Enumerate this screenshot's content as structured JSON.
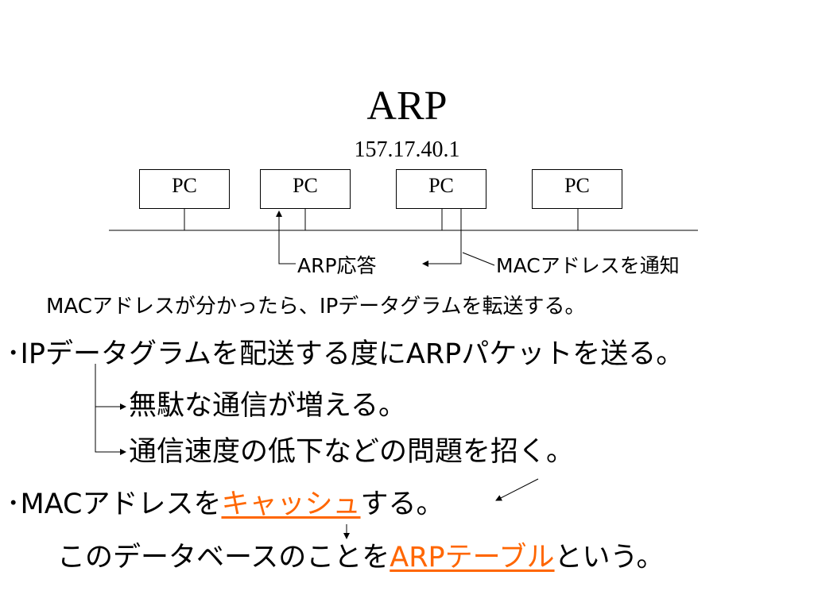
{
  "title": "ARP",
  "ip_address": "157.17.40.1",
  "diagram": {
    "pcs": [
      "PC",
      "PC",
      "PC",
      "PC"
    ],
    "arp_response_label": "ARP応答",
    "mac_notify_label": "MACアドレスを通知"
  },
  "note": "MACアドレスが分かったら、IPデータグラムを転送する。",
  "bullets": {
    "marker": "･",
    "b1": "IPデータグラムを配送する度にARPパケットを送る。",
    "b1_sub1": "無駄な通信が増える。",
    "b1_sub2": "通信速度の低下などの問題を招く。",
    "b2_before": "MACアドレスを",
    "b2_highlight": "キャッシュ",
    "b2_after": "する。",
    "b3_before": "このデータベースのことを",
    "b3_highlight": "ARPテーブル",
    "b3_after": "という。"
  },
  "colors": {
    "highlight": "#ff6600"
  }
}
